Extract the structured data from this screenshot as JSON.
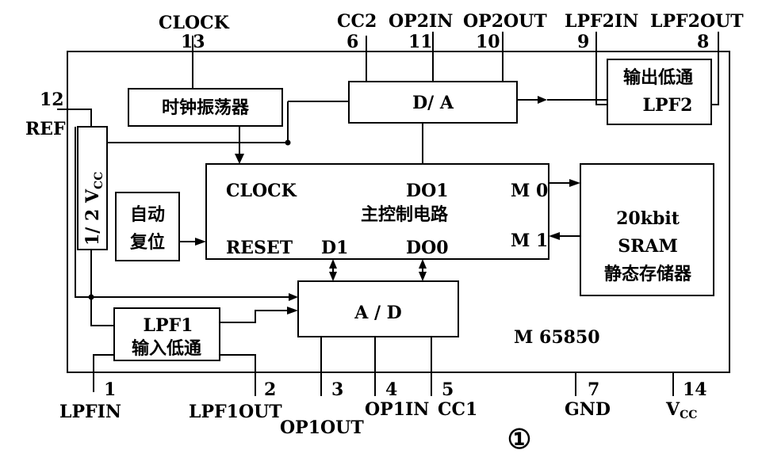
{
  "pins": {
    "clock": {
      "name": "CLOCK",
      "num": "13"
    },
    "cc2": {
      "name": "CC2",
      "num": "6"
    },
    "op2in": {
      "name": "OP2IN",
      "num": "11"
    },
    "op2out": {
      "name": "OP2OUT",
      "num": "10"
    },
    "lpf2in": {
      "name": "LPF2IN",
      "num": "9"
    },
    "lpf2out": {
      "name": "LPF2OUT",
      "num": "8"
    },
    "ref": {
      "name": "REF",
      "num": "12"
    },
    "lpfin": {
      "name": "LPFIN",
      "num": "1"
    },
    "lpf1out": {
      "name": "LPF1OUT",
      "num": "2"
    },
    "op1out": {
      "name": "OP1OUT",
      "num": "3"
    },
    "op1in": {
      "name": "OP1IN",
      "num": "4"
    },
    "cc1": {
      "name": "CC1",
      "num": "5"
    },
    "gnd": {
      "name": "GND",
      "num": "7"
    },
    "vcc": {
      "name": "V",
      "sub": "CC",
      "num": "14"
    }
  },
  "blocks": {
    "clock_osc": "时钟振荡器",
    "da": "D/ A",
    "lpf2": {
      "line1": "输出低通",
      "line2": "LPF2"
    },
    "half_vcc": {
      "main": "1/ 2 V",
      "sub": "CC"
    },
    "auto_reset": {
      "line1": "自动",
      "line2": "复位"
    },
    "main_ctrl": {
      "title": "主控制电路",
      "clock": "CLOCK",
      "reset": "RESET",
      "do1": "DO1",
      "do0": "DO0",
      "d1": "D1",
      "m0": "M 0",
      "m1": "M 1"
    },
    "sram": {
      "line1": "20kbit",
      "line2": "SRAM",
      "line3": "静态存储器"
    },
    "ad": "A / D",
    "lpf1": {
      "line1": "LPF1",
      "line2": "输入低通"
    }
  },
  "chip_name": "M 65850",
  "figure_number": "①"
}
